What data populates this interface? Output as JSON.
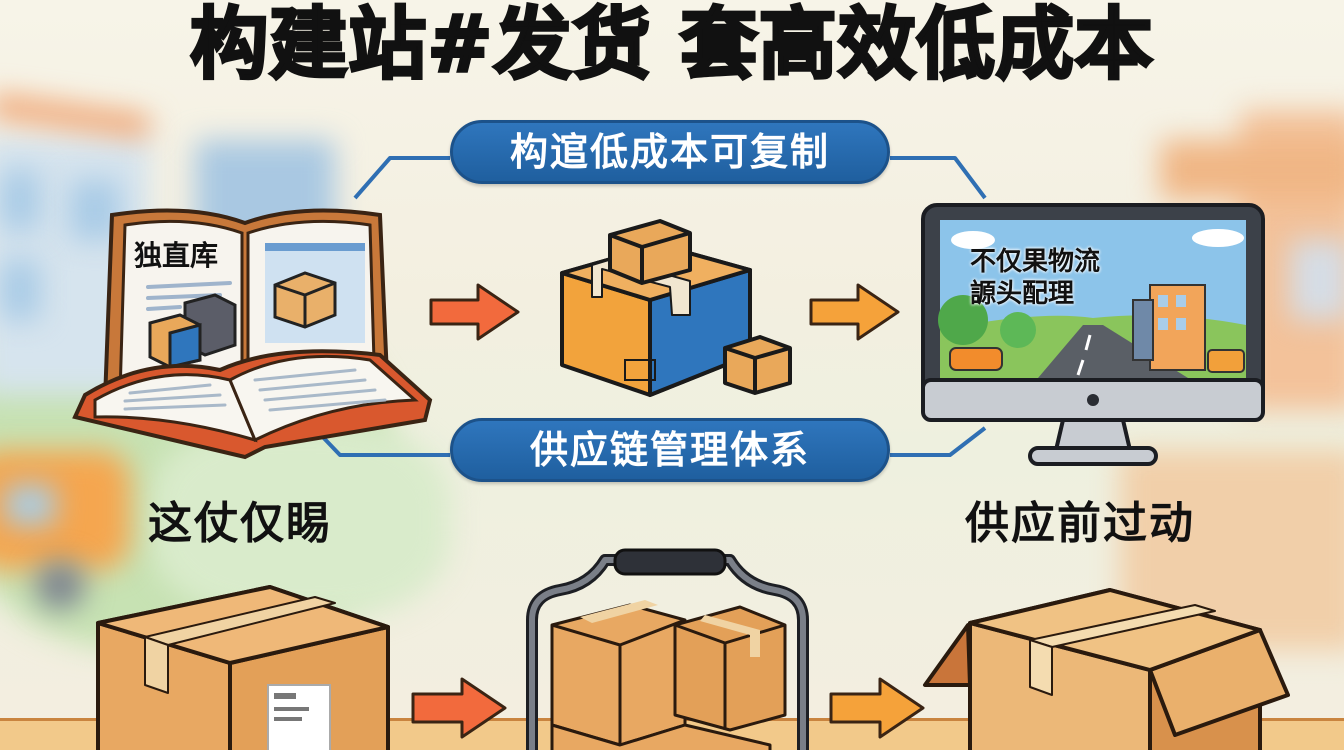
{
  "title": "构建站#发货 套高效低成本",
  "pills": {
    "top": "构逭低成本可复制",
    "bottom": "供应链管理体系"
  },
  "captions": {
    "left": "这仗仅睗",
    "right": "供应前过动"
  },
  "book": {
    "label": "独直库"
  },
  "monitor": {
    "line1": "不仅果物流",
    "line2": "謜头配理"
  },
  "colors": {
    "pill_blue": "#2a6cb0",
    "connector_blue": "#2f6fb3",
    "arrow_red": "#f26a3d",
    "arrow_orange": "#f5a23a",
    "cardboard": "#e8b06a",
    "box_blue": "#2f76bd",
    "title_black": "#111111",
    "background": "#f6f3e6"
  },
  "flow_top": [
    "book-warehouse",
    "box-stack",
    "monitor-logistics"
  ],
  "flow_bottom": [
    "sealed-box",
    "boxes-in-cart",
    "open-box"
  ],
  "icons": {
    "arrows": [
      "arrow-right-icon",
      "arrow-right-icon",
      "arrow-right-icon",
      "arrow-right-icon"
    ]
  }
}
